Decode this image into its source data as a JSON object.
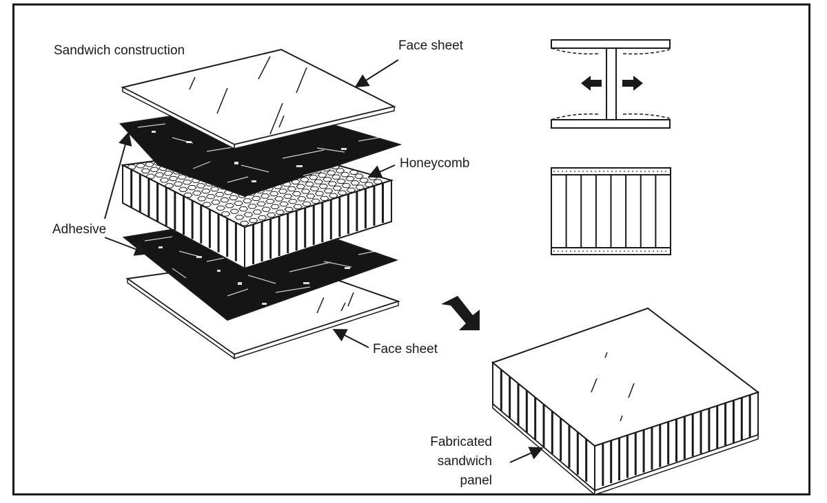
{
  "labels": {
    "sandwich_construction": "Sandwich construction",
    "face_sheet_top": "Face sheet",
    "honeycomb": "Honeycomb",
    "adhesive": "Adhesive",
    "face_sheet_bottom": "Face sheet",
    "fabricated_line1": "Fabricated",
    "fabricated_line2": "sandwich",
    "fabricated_line3": "panel"
  },
  "colors": {
    "ink": "#1a1a1a",
    "sheet": "#ffffff",
    "adhesive": "#151515"
  }
}
